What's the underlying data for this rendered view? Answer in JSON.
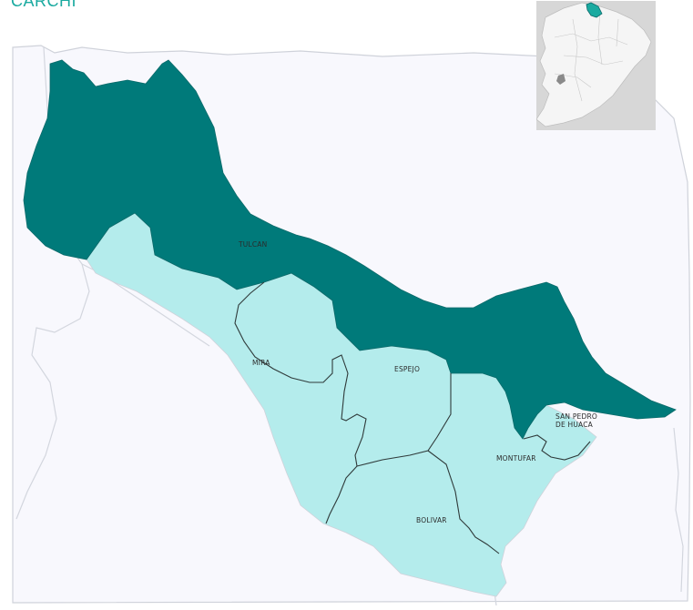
{
  "title": "CARCHI",
  "colors": {
    "highlight": "#007a7a",
    "region": "#b4ecec",
    "background_land": "#f8f8fd",
    "border": "#2f3a3a",
    "outline": "#cfd2da",
    "locator_bg": "#d7d7d7",
    "locator_land": "#f5f5f5",
    "title": "#1aaaa0"
  },
  "cantons": [
    {
      "id": "tulcan",
      "label": "TULCAN",
      "highlighted": true
    },
    {
      "id": "mira",
      "label": "MIRA",
      "highlighted": false
    },
    {
      "id": "espejo",
      "label": "ESPEJO",
      "highlighted": false
    },
    {
      "id": "montufar",
      "label": "MONTUFAR",
      "highlighted": false
    },
    {
      "id": "bolivar",
      "label": "BOLIVAR",
      "highlighted": false
    },
    {
      "id": "san-pedro-de-huaca",
      "label_line1": "SAN PEDRO",
      "label_line2": "DE HUACA",
      "highlighted": false
    }
  ],
  "locator": {
    "icon": "ecuador-locator-map"
  }
}
